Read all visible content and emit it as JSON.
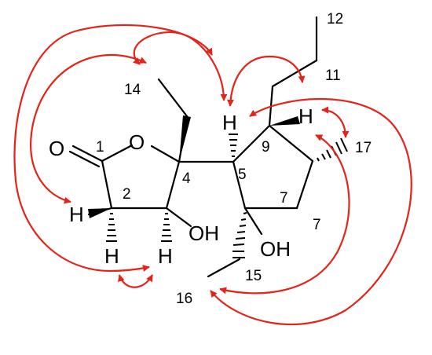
{
  "molecule": {
    "atoms": {
      "o_carbonyl": "O",
      "o_ring": "O",
      "oh_c3": "OH",
      "oh_c6": "OH",
      "h_c2_a": "H",
      "h_c2_b": "H",
      "h_c3": "H",
      "h_c5": "H",
      "h_c9": "H"
    },
    "locants": {
      "c1": "1",
      "c2": "2",
      "c4": "4",
      "c5": "5",
      "c7": "7",
      "c7b": "7",
      "c9": "9",
      "c11": "11",
      "c12": "12",
      "c14": "14",
      "c15": "15",
      "c16": "16",
      "c17": "17"
    }
  },
  "colors": {
    "bonds": "#000000",
    "correlation_arrows": "#e3241b"
  }
}
